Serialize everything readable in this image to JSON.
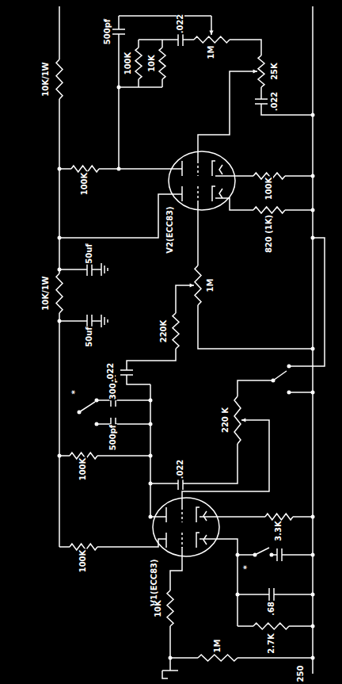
{
  "diagram": {
    "labels": [
      "10K/1W",
      "500pf",
      "100K",
      "10K",
      ".022",
      "1M",
      "25K",
      ".022",
      "100K",
      "100K",
      "820 (1K)",
      "V2(ECC83)",
      "10K/1W",
      "50uf",
      "50uf",
      "220K",
      "1M",
      "*",
      "300pf",
      "500pf",
      ".022",
      ".022",
      "100K",
      "220 K",
      "100K",
      "3.3K",
      "V1(ECC83)",
      "*",
      ".68",
      "2.7K",
      "250",
      "1M",
      "10K"
    ]
  }
}
